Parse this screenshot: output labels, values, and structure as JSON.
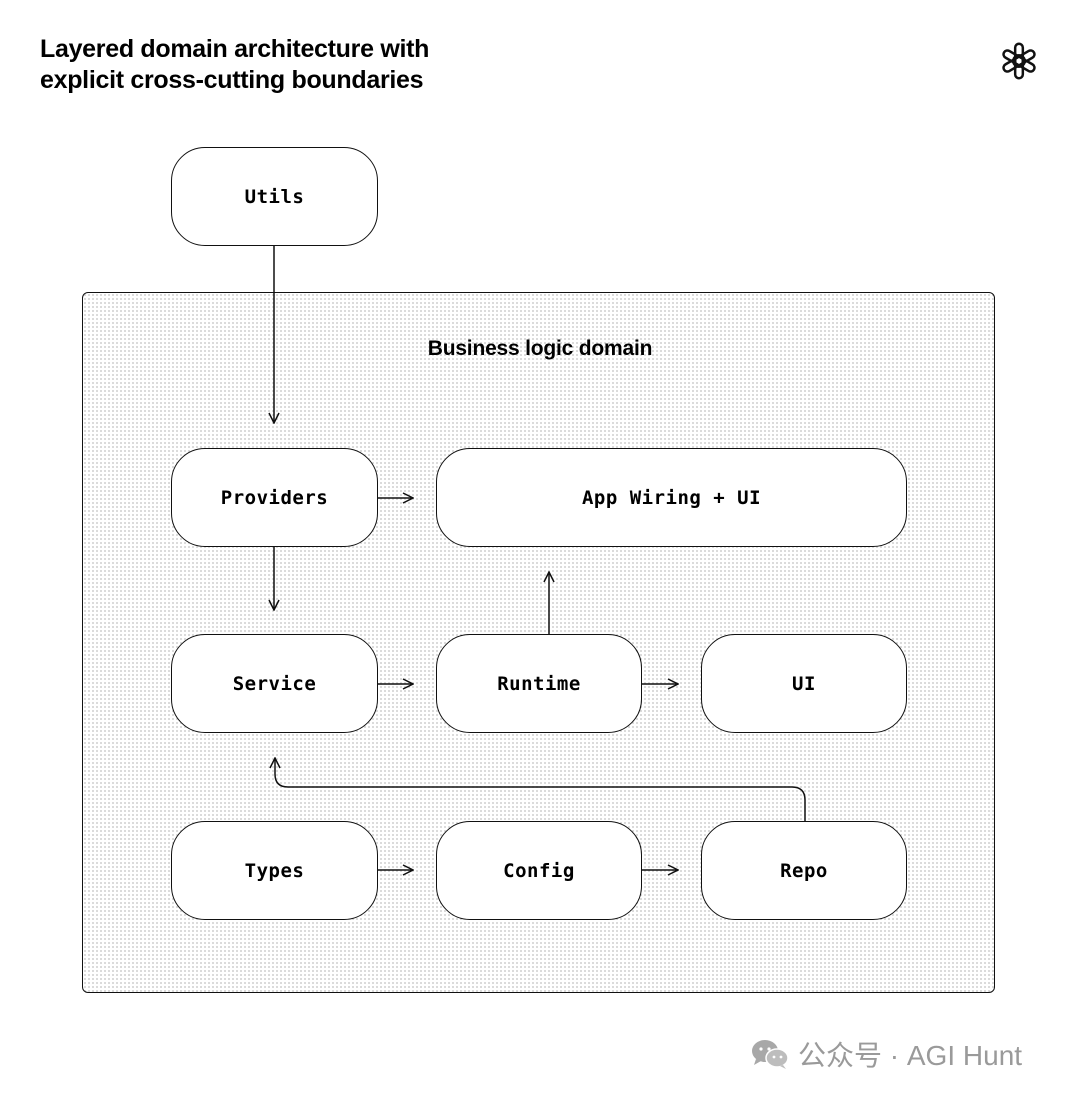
{
  "title": {
    "line1": "Layered domain architecture with",
    "line2": "explicit cross-cutting boundaries"
  },
  "logo_icon": "openai-logo-icon",
  "domain": {
    "label": "Business logic domain"
  },
  "nodes": {
    "utils": "Utils",
    "providers": "Providers",
    "app_wiring": "App Wiring + UI",
    "service": "Service",
    "runtime": "Runtime",
    "ui": "UI",
    "types": "Types",
    "config": "Config",
    "repo": "Repo"
  },
  "edges": [
    [
      "utils",
      "providers"
    ],
    [
      "providers",
      "app_wiring"
    ],
    [
      "providers",
      "service"
    ],
    [
      "service",
      "runtime"
    ],
    [
      "runtime",
      "app_wiring"
    ],
    [
      "runtime",
      "ui"
    ],
    [
      "types",
      "config"
    ],
    [
      "config",
      "repo"
    ],
    [
      "repo",
      "service"
    ]
  ],
  "watermark": {
    "icon": "wechat-icon",
    "text": "公众号 · AGI Hunt"
  },
  "colors": {
    "stroke": "#111111",
    "background": "#ffffff",
    "watermark": "#9a9a9a"
  }
}
